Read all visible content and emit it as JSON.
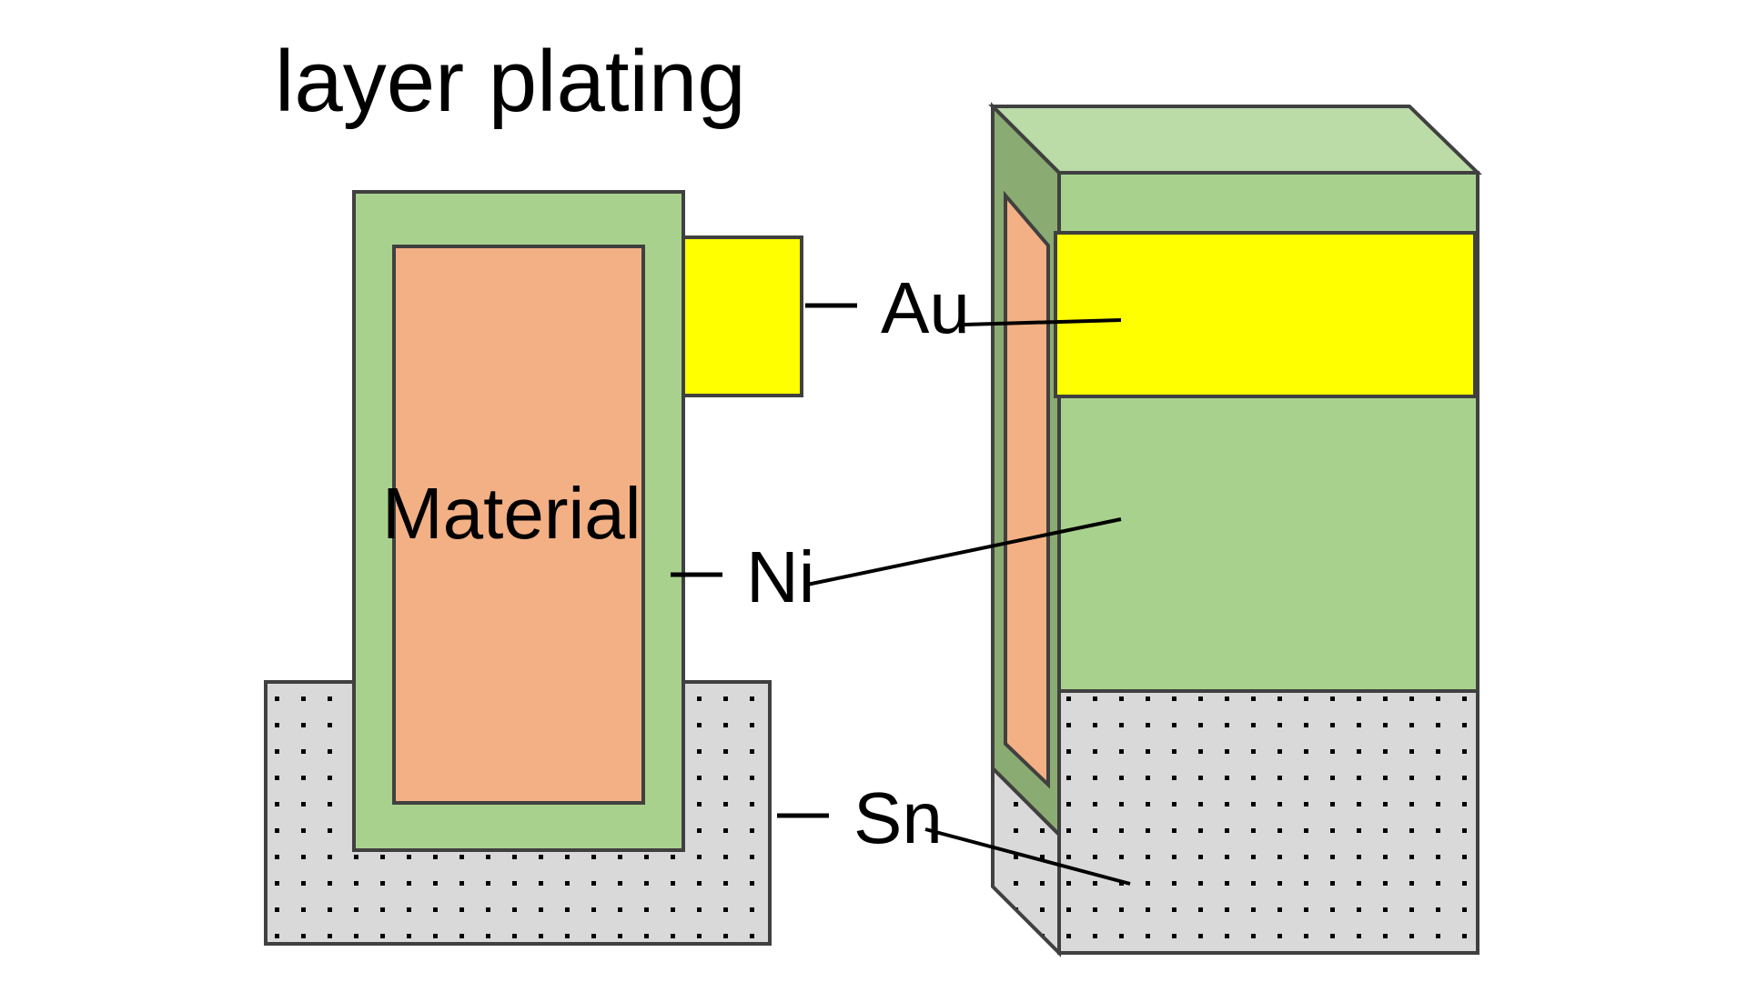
{
  "diagram": {
    "title": "layer plating",
    "core_label": "Material",
    "layer_labels": {
      "gold": "Au",
      "nickel": "Ni",
      "tin": "Sn"
    },
    "colors": {
      "gold": "#ffff00",
      "nickel": "#a9d18e",
      "nickel_top": "#bbdba7",
      "nickel_side": "#8aab72",
      "material": "#f3b084",
      "tin": "#d9d9d9",
      "stroke": "#404040",
      "dots": "#000000"
    }
  }
}
